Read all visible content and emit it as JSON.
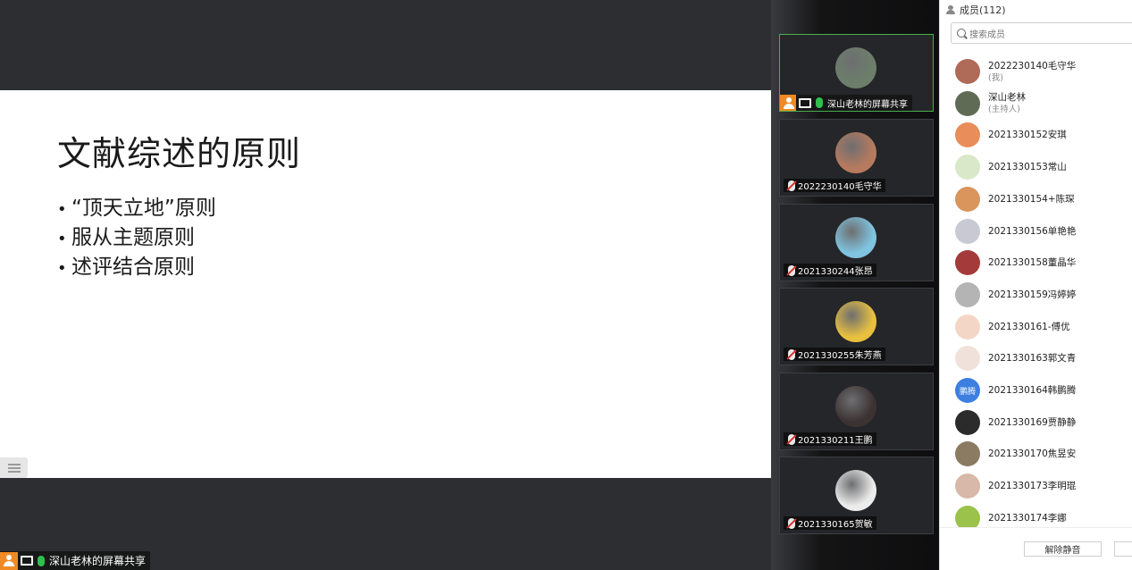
{
  "slide": {
    "title": "文献综述的原则",
    "bullets": [
      "“顶天立地”原则",
      "服从主题原则",
      "述评结合原则"
    ]
  },
  "share_label": "深山老林的屏幕共享",
  "tiles": [
    {
      "label": "深山老林的屏幕共享",
      "avatar_color": "#6b7f6a"
    },
    {
      "label": "2022230140毛守华",
      "avatar_color": "#b77a5e"
    },
    {
      "label": "2021330244张昂",
      "avatar_color": "#7fc4e0"
    },
    {
      "label": "2021330255朱芳燕",
      "avatar_color": "#e8c040"
    },
    {
      "label": "2021330211王鹏",
      "avatar_color": "#3c3232"
    },
    {
      "label": "2021330165贺敏",
      "avatar_color": "#ececec"
    }
  ],
  "panel": {
    "title": "成员(112)",
    "search_placeholder": "搜索成员",
    "members": [
      {
        "name": "2022230140毛守华",
        "role": "(我)",
        "avatar_color": "#b06a58",
        "avatar_text": ""
      },
      {
        "name": "深山老林",
        "role": "(主持人)",
        "avatar_color": "#5f6b55",
        "avatar_text": ""
      },
      {
        "name": "2021330152安琪",
        "role": "",
        "avatar_color": "#e98d5a",
        "avatar_text": ""
      },
      {
        "name": "2021330153常山",
        "role": "",
        "avatar_color": "#d8e8c8",
        "avatar_text": ""
      },
      {
        "name": "2021330154+陈琛",
        "role": "",
        "avatar_color": "#d9955c",
        "avatar_text": ""
      },
      {
        "name": "2021330156单艳艳",
        "role": "",
        "avatar_color": "#c9c9d4",
        "avatar_text": ""
      },
      {
        "name": "2021330158董晶华",
        "role": "",
        "avatar_color": "#a43a3a",
        "avatar_text": ""
      },
      {
        "name": "2021330159冯婷婷",
        "role": "",
        "avatar_color": "#b4b4b4",
        "avatar_text": ""
      },
      {
        "name": "2021330161-傅优",
        "role": "",
        "avatar_color": "#f3d6c6",
        "avatar_text": ""
      },
      {
        "name": "2021330163郭文青",
        "role": "",
        "avatar_color": "#f0e2da",
        "avatar_text": ""
      },
      {
        "name": "2021330164韩鹏腾",
        "role": "",
        "avatar_color": "#3d7fe0",
        "avatar_text": "鹏腾"
      },
      {
        "name": "2021330169贾静静",
        "role": "",
        "avatar_color": "#2b2b2b",
        "avatar_text": ""
      },
      {
        "name": "2021330170焦昱安",
        "role": "",
        "avatar_color": "#8b7b62",
        "avatar_text": ""
      },
      {
        "name": "2021330173李明琨",
        "role": "",
        "avatar_color": "#d8b8a8",
        "avatar_text": ""
      },
      {
        "name": "2021330174李娜",
        "role": "",
        "avatar_color": "#9bc24a",
        "avatar_text": ""
      }
    ],
    "mute_all_label": "解除静音"
  }
}
